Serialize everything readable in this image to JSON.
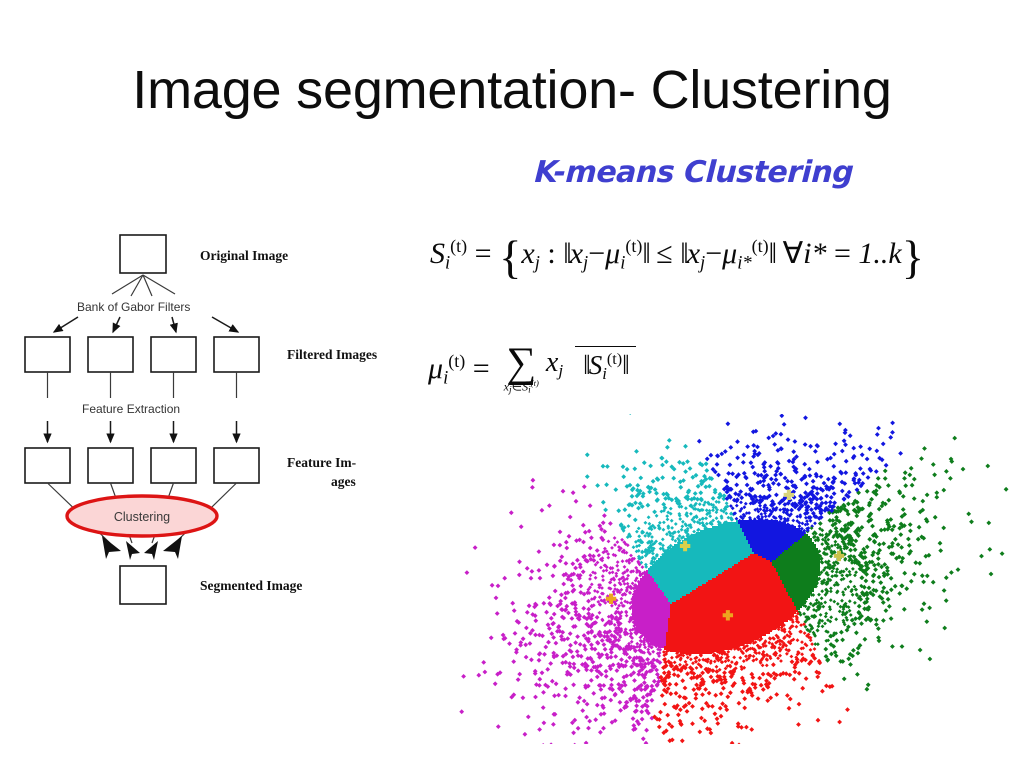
{
  "slide": {
    "title": "Image segmentation- Clustering",
    "subtitle": "K-means Clustering",
    "title_color": "#0d0d0d",
    "subtitle_color": "#3f3fcf",
    "background": "#ffffff"
  },
  "flow_diagram": {
    "name": "Gabor filter bank image segmentation pipeline",
    "labels": {
      "original_image": "Original Image",
      "bank_of_gabor_filters": "Bank of Gabor Filters",
      "filtered_images": "Filtered Images",
      "feature_extraction": "Feature Extraction",
      "feature_images_line1": "Feature Im-",
      "feature_images_line2": "ages",
      "clustering": "Clustering",
      "segmented_image": "Segmented Image"
    },
    "clustering_ellipse": {
      "fill": "#fbd6d6",
      "stroke": "#dd1414"
    },
    "box_count_filtered": 4,
    "box_count_feature": 4
  },
  "formulas": {
    "assignment_step": {
      "S": "S",
      "eq": "=",
      "x": "x",
      "colon": ":",
      "minus": "−",
      "mu": "μ",
      "leq": "≤",
      "forall": "∀",
      "i_star": "i*",
      "eq2": "=",
      "range": "1..k",
      "t": "(t)",
      "i": "i",
      "j": "j",
      "istar_sub": "i*",
      "open_brace": "{",
      "close_brace": "}",
      "norm": "‖",
      "plain": "S_i^(t) = { x_j : ||x_j - mu_i^(t)|| <= ||x_j - mu_i*^(t)|| for all i* = 1..k }"
    },
    "update_step": {
      "mu": "μ",
      "eq": "=",
      "sigma": "∑",
      "x": "x",
      "j": "j",
      "in": "∈",
      "S": "S",
      "i": "i",
      "t": "(t)",
      "norm": "‖",
      "plain": "mu_i^(t) = ( sum over x_j in S_i^(t) of x_j ) / ||S_i^(t)||"
    }
  },
  "chart_data": {
    "type": "scatter",
    "title": "K-means Clustering",
    "xlabel": "",
    "ylabel": "",
    "grid": false,
    "legend": "none",
    "k": 5,
    "description": "Two-dimensional k-means clustering result with 5 clusters shown as coloured Voronoi cells over a dense elliptical point cloud; yellow/orange plus markers mark the cluster centroids.",
    "clusters": [
      {
        "name": "cluster-blue",
        "color": "#1216e0",
        "centroid": [
          0.612,
          0.245
        ],
        "centroid_marker_color": "#d8d47a",
        "share": 0.22
      },
      {
        "name": "cluster-cyan",
        "color": "#16b9bc",
        "centroid": [
          0.43,
          0.4
        ],
        "centroid_marker_color": "#d8d04a",
        "share": 0.16
      },
      {
        "name": "cluster-green",
        "color": "#0e7d1c",
        "centroid": [
          0.7,
          0.43
        ],
        "centroid_marker_color": "#c8c24a",
        "share": 0.22
      },
      {
        "name": "cluster-magenta",
        "color": "#c81fc8",
        "centroid": [
          0.3,
          0.56
        ],
        "centroid_marker_color": "#eda41f",
        "share": 0.2
      },
      {
        "name": "cluster-red",
        "color": "#f21414",
        "centroid": [
          0.505,
          0.61
        ],
        "centroid_marker_color": "#eda41f",
        "share": 0.2
      }
    ],
    "axis_ranges": {
      "x": [
        0,
        1
      ],
      "y": [
        0,
        1
      ]
    },
    "centroid_marker": "plus",
    "point_marker": "diamond"
  }
}
